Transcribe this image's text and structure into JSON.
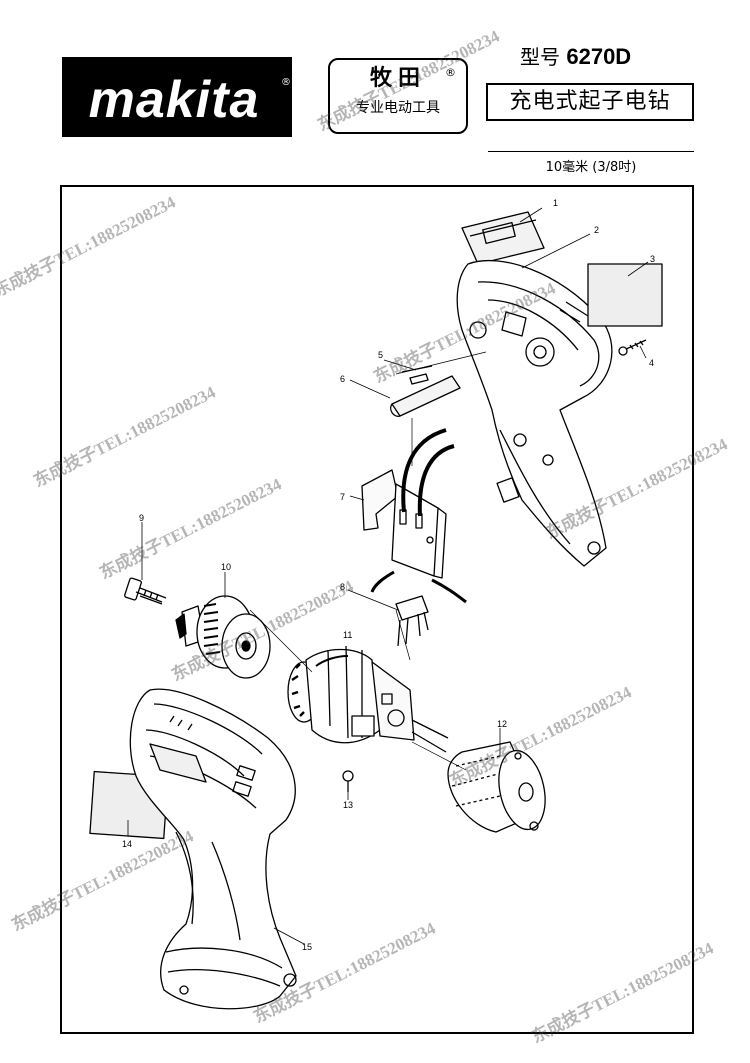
{
  "header": {
    "logo_text": "makita",
    "brand_name": "牧田",
    "brand_reg": "®",
    "brand_subtitle": "专业电动工具",
    "model_prefix": "型号",
    "model_number": "6270D",
    "product_name": "充电式起子电钻",
    "spec": "10毫米 (3/8吋)"
  },
  "parts": [
    {
      "id": "1",
      "label": "1"
    },
    {
      "id": "2",
      "label": "2"
    },
    {
      "id": "3",
      "label": "3"
    },
    {
      "id": "4",
      "label": "4"
    },
    {
      "id": "5",
      "label": "5"
    },
    {
      "id": "6",
      "label": "6"
    },
    {
      "id": "7",
      "label": "7"
    },
    {
      "id": "8",
      "label": "8"
    },
    {
      "id": "9",
      "label": "9"
    },
    {
      "id": "10",
      "label": "10"
    },
    {
      "id": "11",
      "label": "11"
    },
    {
      "id": "12",
      "label": "12"
    },
    {
      "id": "13",
      "label": "13"
    },
    {
      "id": "14",
      "label": "14"
    },
    {
      "id": "15",
      "label": "15"
    }
  ],
  "watermark": {
    "text": "东成技子TEL:18825208234"
  }
}
